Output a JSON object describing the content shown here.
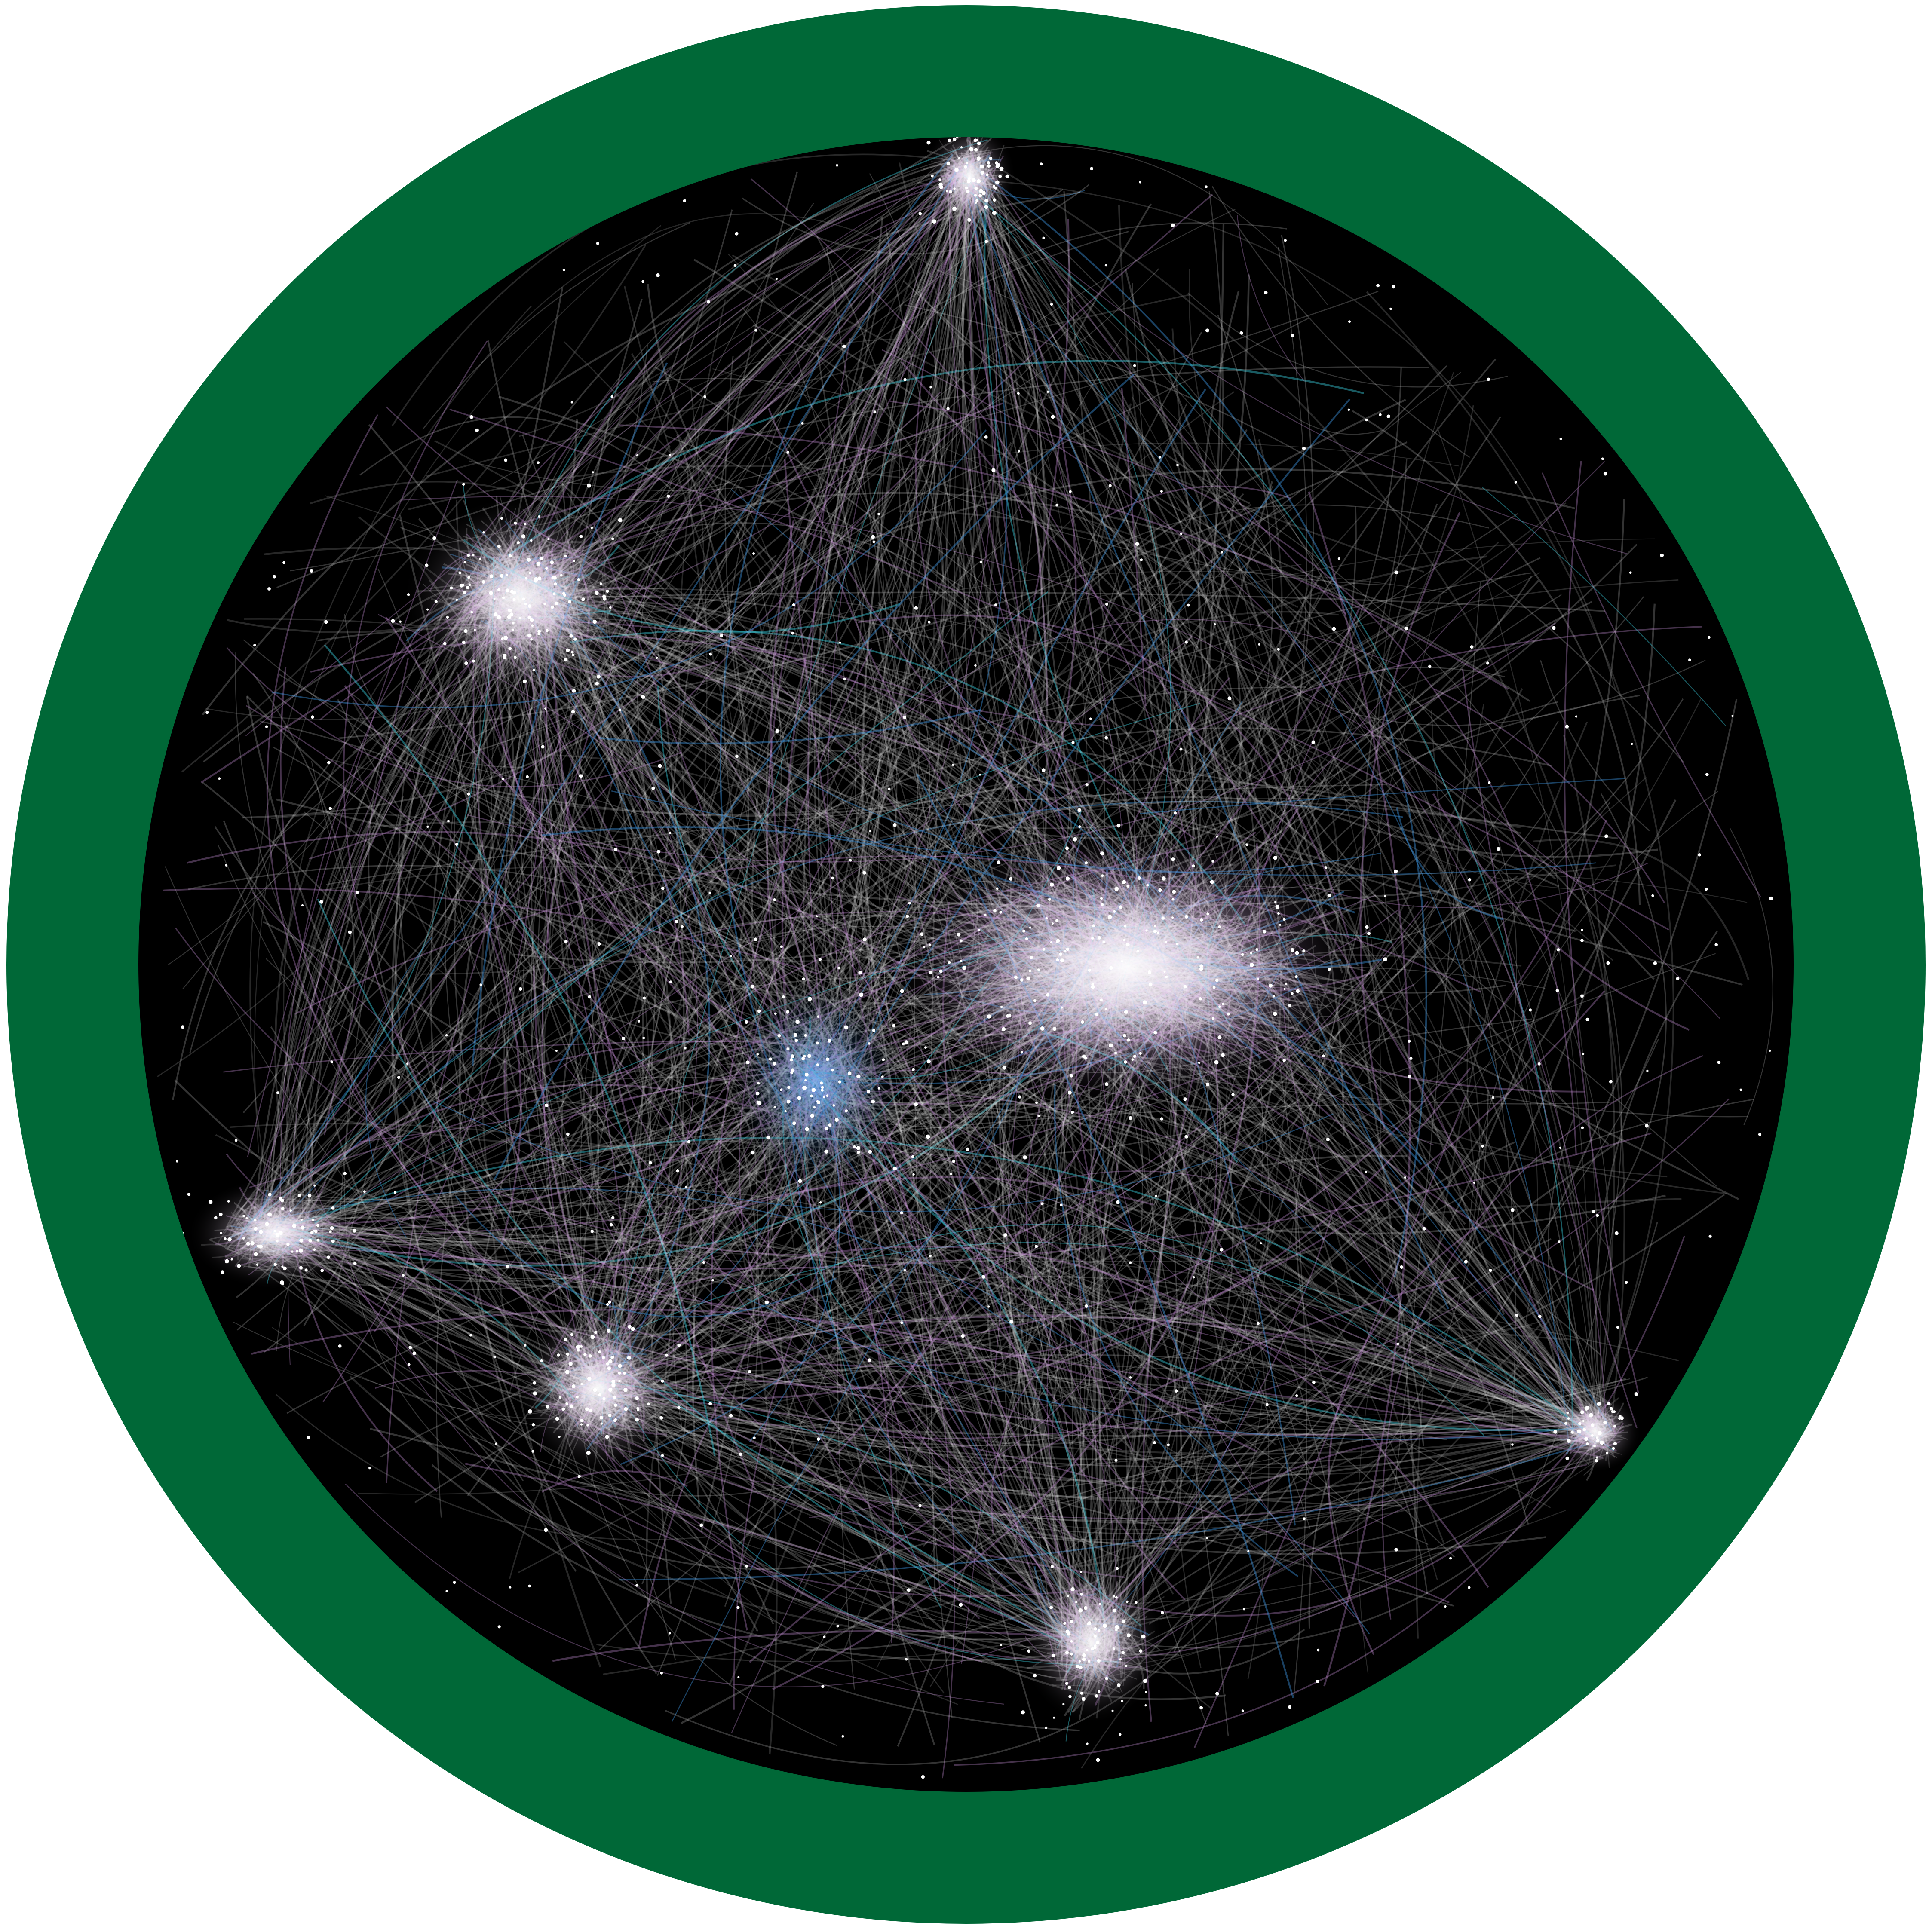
{
  "image": {
    "description_tag": "network-graph-visualization",
    "colors": {
      "page_background": "#ffffff",
      "ring": "#006837",
      "disc": "#000000",
      "edge_white": "#e6e6e6",
      "edge_gray": "#9a9a9a",
      "edge_violet": "#c78fd6",
      "edge_blue": "#3a8fd8",
      "edge_cyan": "#38c8d8",
      "node": "#ffffff"
    },
    "clusters": [
      {
        "name": "central-hub",
        "density": 1.0
      },
      {
        "name": "upper-left-hub",
        "density": 0.6
      },
      {
        "name": "top-hub",
        "density": 0.25
      },
      {
        "name": "bottom-fan",
        "density": 0.3
      },
      {
        "name": "left-hub",
        "density": 0.3
      },
      {
        "name": "lower-left-hub",
        "density": 0.35
      },
      {
        "name": "right-hub",
        "density": 0.15
      },
      {
        "name": "blue-hub",
        "density": 0.35
      }
    ]
  }
}
